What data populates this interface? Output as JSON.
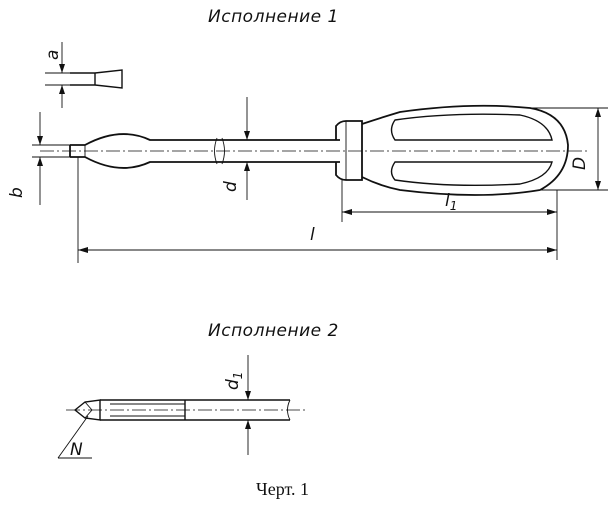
{
  "drawing": {
    "variant1_title": "Исполнение 1",
    "variant2_title": "Исполнение 2",
    "caption": "Черт. 1",
    "dims": {
      "a": "a",
      "b": "b",
      "d": "d",
      "D": "D",
      "l": "l",
      "l1": "l",
      "l1_sub": "1",
      "d1": "d",
      "d1_sub": "1",
      "N": "N"
    }
  }
}
